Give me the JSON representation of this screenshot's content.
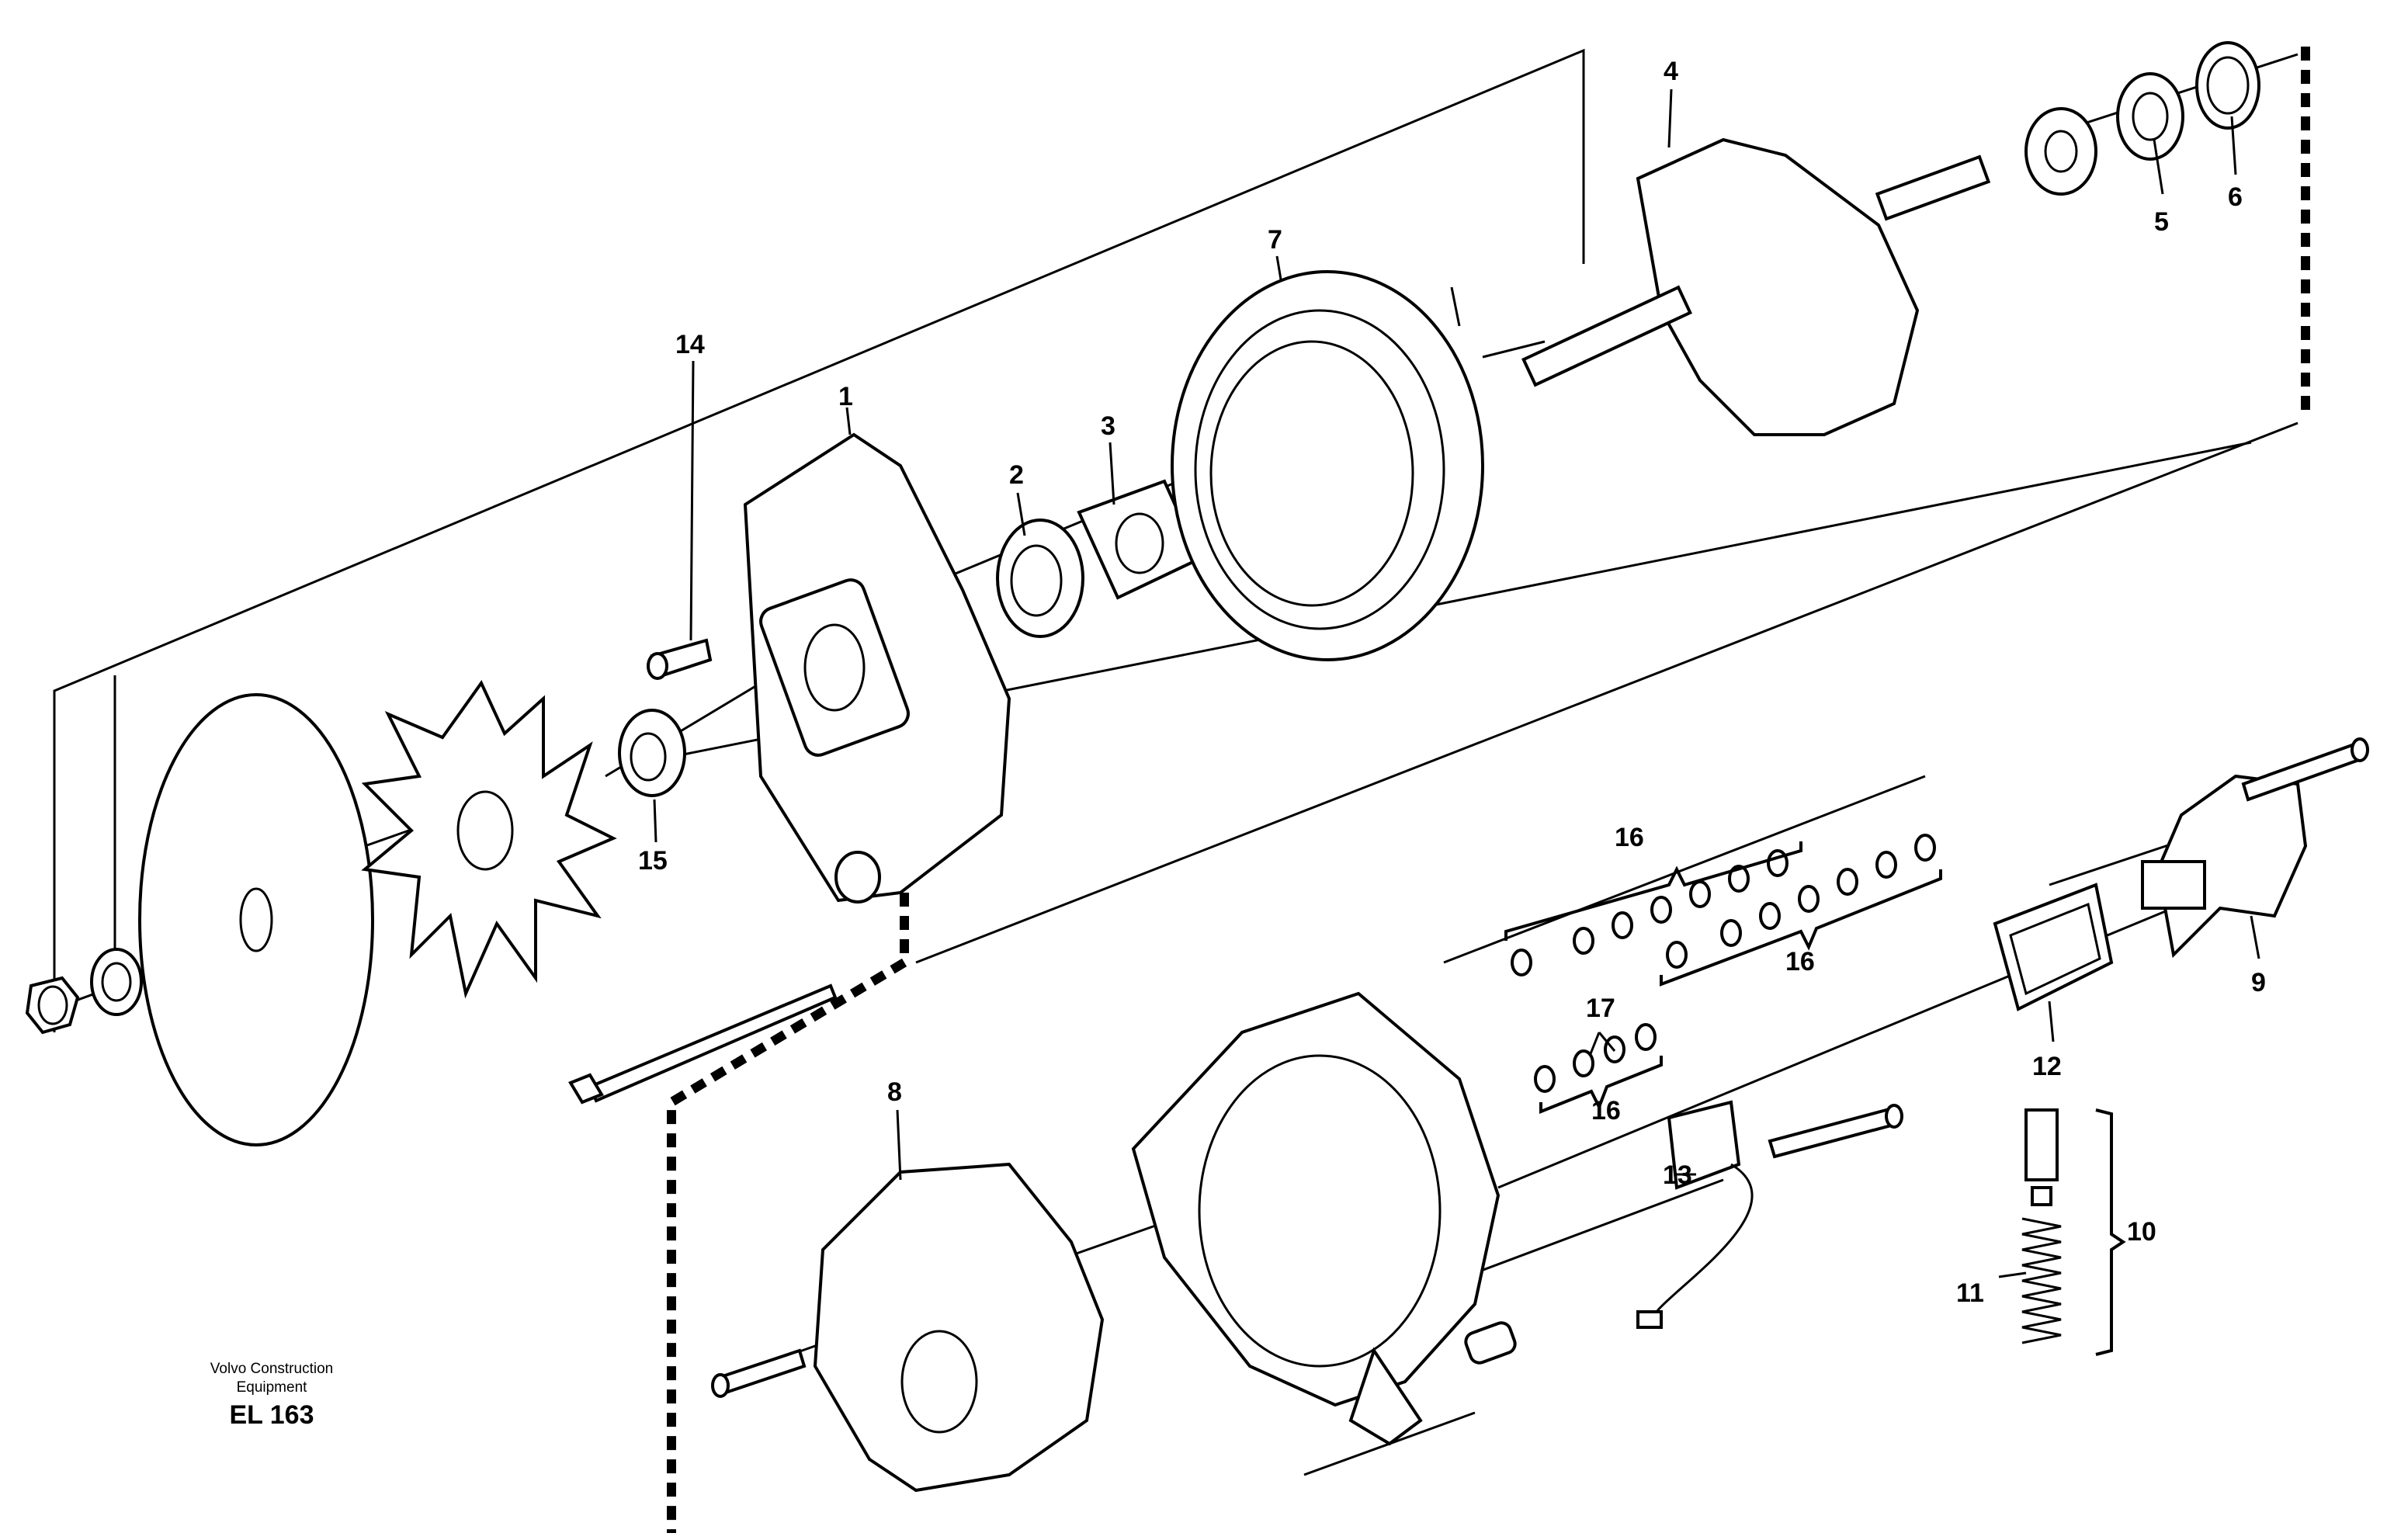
{
  "callouts": {
    "c1": "1",
    "c2": "2",
    "c3": "3",
    "c4": "4",
    "c5": "5",
    "c6": "6",
    "c7": "7",
    "c8": "8",
    "c9": "9",
    "c10": "10",
    "c11": "11",
    "c12": "12",
    "c13": "13",
    "c14": "14",
    "c15": "15",
    "c16a": "16",
    "c16b": "16",
    "c16c": "16",
    "c17": "17"
  },
  "source": {
    "company": "Volvo Construction Equipment",
    "code": "EL 163"
  }
}
